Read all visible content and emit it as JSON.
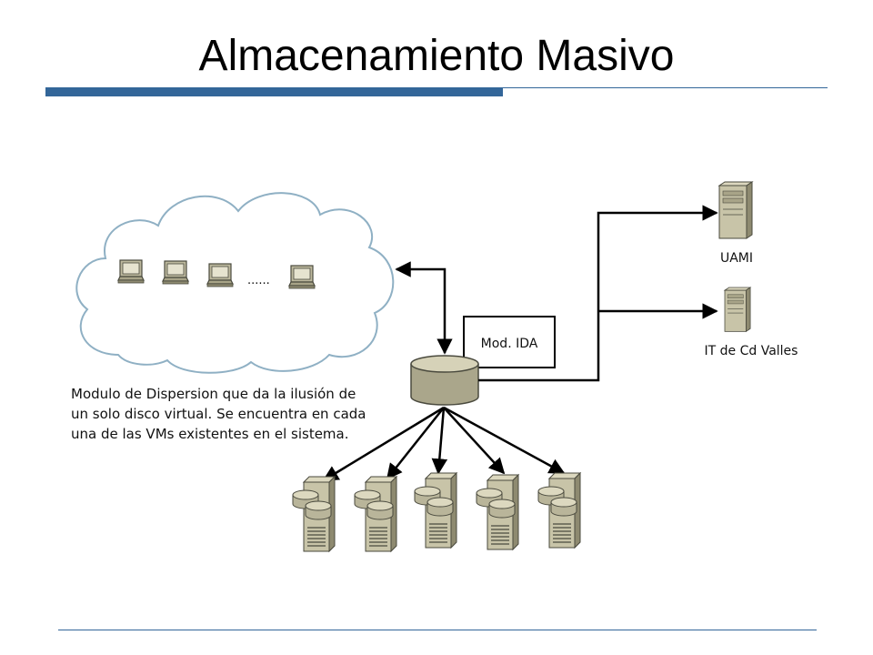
{
  "slide": {
    "title": "Almacenamiento Masivo"
  },
  "diagram": {
    "cloud_dots": "......",
    "module_label": "Mod. IDA",
    "description_lines": [
      "Modulo de Dispersion que da la ilusión de",
      "un solo disco virtual. Se encuentra en cada",
      "una de las VMs existentes en el sistema."
    ],
    "server_labels": [
      "UAMI",
      "IT de Cd Valles"
    ]
  },
  "colors": {
    "accent": "#336699",
    "cloud_stroke": "#7fa8bf",
    "device_fill": "#c8c4a8",
    "device_stroke": "#4a4a3e"
  }
}
